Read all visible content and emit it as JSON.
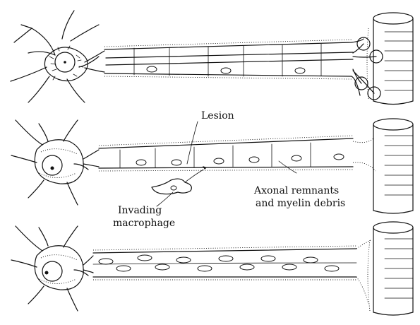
{
  "labels": {
    "lesion": "Lesion",
    "axonal_remnants_line1": "Axonal remnants",
    "axonal_remnants_line2": "and myelin debris",
    "invading_macrophage_line1": "Invading",
    "invading_macrophage_line2": "macrophage"
  }
}
